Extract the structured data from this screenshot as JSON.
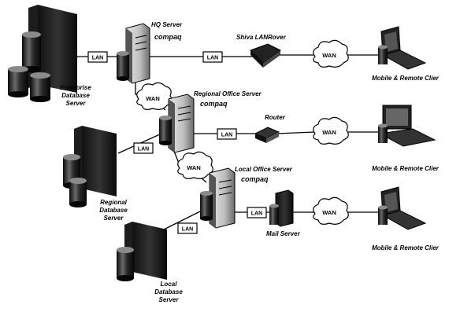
{
  "servers": {
    "hq": {
      "label": "HQ Server",
      "brand": "compaq"
    },
    "regional_office": {
      "label": "Regional Office Server",
      "brand": "compaq"
    },
    "local_office": {
      "label": "Local Office Server",
      "brand": "compaq"
    },
    "enterprise_db": {
      "line1": "Enterprise",
      "line2": "Database",
      "line3": "Server"
    },
    "regional_db": {
      "line1": "Regional",
      "line2": "Database",
      "line3": "Server"
    },
    "local_db": {
      "line1": "Local",
      "line2": "Database",
      "line3": "Server"
    },
    "mail": {
      "label": "Mail Server"
    }
  },
  "devices": {
    "shiva": {
      "label": "Shiva LANRover"
    },
    "router": {
      "label": "Router"
    }
  },
  "clients": {
    "label_1": "Mobile & Remote Clier",
    "label_2": "Mobile & Remote Clier",
    "label_3": "Mobile & Remote Clier"
  },
  "links": {
    "lan": "LAN",
    "wan": "WAN"
  }
}
